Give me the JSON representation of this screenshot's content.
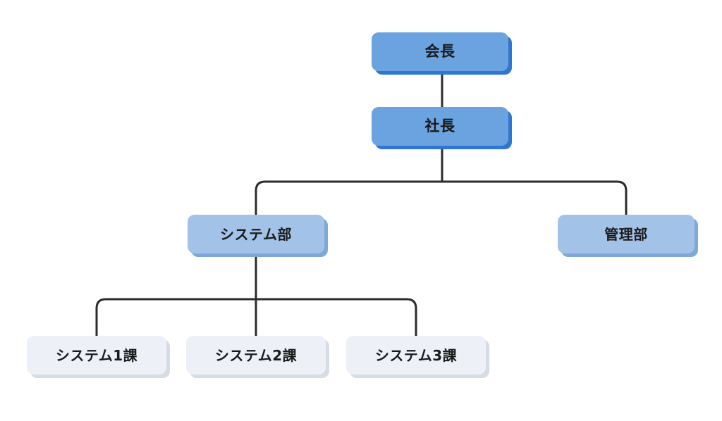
{
  "diagram": {
    "type": "organization-chart",
    "background_color": "#ffffff",
    "connector_color": "#2b2b2b",
    "levels": [
      {
        "name": "executive",
        "fill_color": "#6aa3e0",
        "shadow_color": "#2e75d4"
      },
      {
        "name": "department",
        "fill_color": "#a3c2e8",
        "shadow_color": "#7fa8d9"
      },
      {
        "name": "section",
        "fill_color": "#edf1f7",
        "shadow_color": "#d6dce6"
      }
    ],
    "nodes": {
      "chairman": {
        "label": "会長"
      },
      "president": {
        "label": "社長"
      },
      "system_dept": {
        "label": "システム部"
      },
      "admin_dept": {
        "label": "管理部"
      },
      "system_section_1": {
        "label": "システム1課"
      },
      "system_section_2": {
        "label": "システム2課"
      },
      "system_section_3": {
        "label": "システム3課"
      }
    },
    "edges": [
      {
        "from": "chairman",
        "to": "president"
      },
      {
        "from": "president",
        "to": "system_dept"
      },
      {
        "from": "president",
        "to": "admin_dept"
      },
      {
        "from": "system_dept",
        "to": "system_section_1"
      },
      {
        "from": "system_dept",
        "to": "system_section_2"
      },
      {
        "from": "system_dept",
        "to": "system_section_3"
      }
    ]
  }
}
